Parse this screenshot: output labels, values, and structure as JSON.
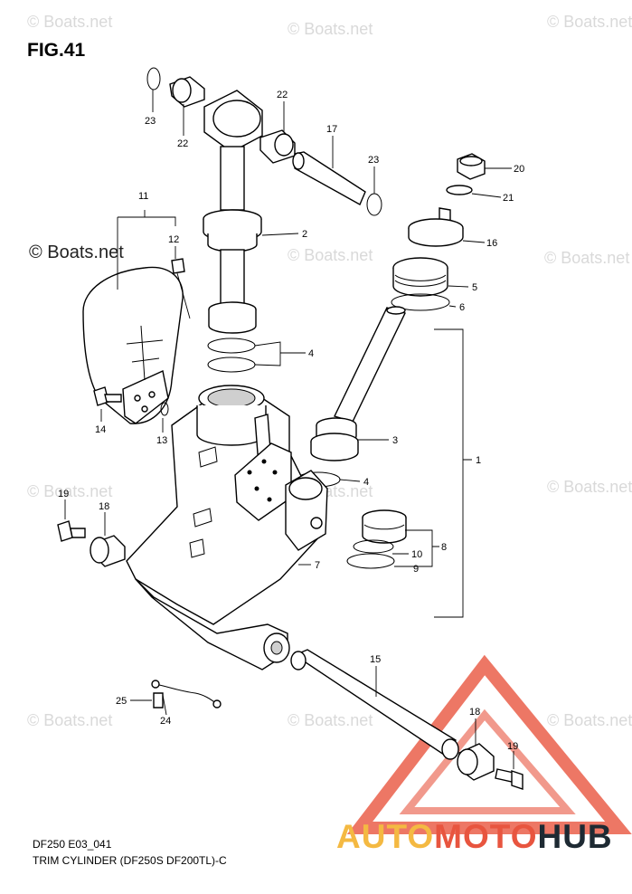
{
  "figure": {
    "title": "FIG.41",
    "code": "DF250 E03_041",
    "caption": "TRIM CYLINDER (DF250S DF200TL)-C"
  },
  "watermark": {
    "text": "© Boats.net",
    "strong_text": "© Boats.net"
  },
  "brand": {
    "part1": "AUTO",
    "part2": "MOTO",
    "part3": "HUB",
    "colors": {
      "auto": "#f4b942",
      "moto": "#e8553f",
      "hub": "#1e2a33",
      "triangle": "#e8553f"
    }
  },
  "callouts": [
    {
      "id": "p23a",
      "text": "23"
    },
    {
      "id": "p22a",
      "text": "22"
    },
    {
      "id": "p22b",
      "text": "22"
    },
    {
      "id": "p17",
      "text": "17"
    },
    {
      "id": "p23b",
      "text": "23"
    },
    {
      "id": "p20",
      "text": "20"
    },
    {
      "id": "p21",
      "text": "21"
    },
    {
      "id": "p11",
      "text": "11"
    },
    {
      "id": "p12",
      "text": "12"
    },
    {
      "id": "p2",
      "text": "2"
    },
    {
      "id": "p16",
      "text": "16"
    },
    {
      "id": "p5",
      "text": "5"
    },
    {
      "id": "p6",
      "text": "6"
    },
    {
      "id": "p4a",
      "text": "4"
    },
    {
      "id": "p14",
      "text": "14"
    },
    {
      "id": "p13",
      "text": "13"
    },
    {
      "id": "p3",
      "text": "3"
    },
    {
      "id": "p1",
      "text": "1"
    },
    {
      "id": "p4b",
      "text": "4"
    },
    {
      "id": "p19a",
      "text": "19"
    },
    {
      "id": "p18a",
      "text": "18"
    },
    {
      "id": "p8",
      "text": "8"
    },
    {
      "id": "p10",
      "text": "10"
    },
    {
      "id": "p9",
      "text": "9"
    },
    {
      "id": "p7",
      "text": "7"
    },
    {
      "id": "p15",
      "text": "15"
    },
    {
      "id": "p25",
      "text": "25"
    },
    {
      "id": "p24",
      "text": "24"
    },
    {
      "id": "p18b",
      "text": "18"
    },
    {
      "id": "p19b",
      "text": "19"
    }
  ]
}
